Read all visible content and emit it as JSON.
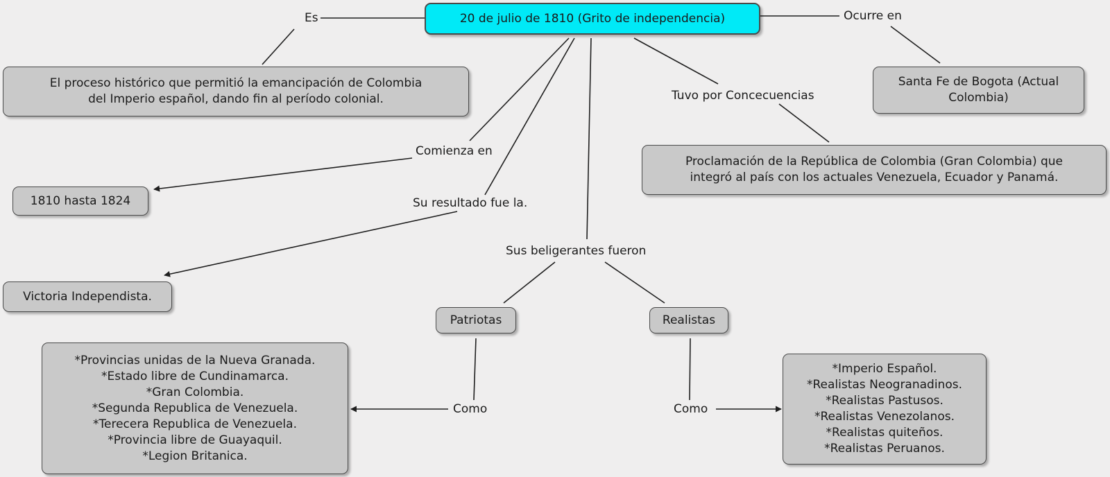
{
  "colors": {
    "background": "#efeeee",
    "root_fill": "#00eaf7",
    "node_fill": "#c9c9c9",
    "line": "#1f1f1f"
  },
  "root": {
    "text": "20 de julio de 1810 (Grito de independencia)"
  },
  "links": {
    "es": "Es",
    "ocurre_en": "Ocurre en",
    "tuvo_por_consecuencias": "Tuvo por Concecuencias",
    "comienza_en": "Comienza en",
    "su_resultado_fue": "Su resultado fue la.",
    "sus_beligerantes_fueron": "Sus beligerantes fueron",
    "como_patriotas": "Como",
    "como_realistas": "Como"
  },
  "nodes": {
    "definicion": [
      "El proceso histórico que permitió la emancipación de Colombia",
      "del Imperio español, dando fin al período colonial."
    ],
    "lugar": [
      "Santa Fe de Bogota (Actual",
      "Colombia)"
    ],
    "consecuencia": [
      "Proclamación de la República de Colombia (Gran Colombia) que",
      "integró al país con los actuales Venezuela, Ecuador y Panamá."
    ],
    "periodo": [
      "1810 hasta 1824"
    ],
    "resultado": [
      "Victoria Independista."
    ],
    "patriotas": [
      "Patriotas"
    ],
    "realistas": [
      "Realistas"
    ],
    "patriotas_lista": [
      "*Provincias unidas de la Nueva Granada.",
      "*Estado libre de Cundinamarca.",
      "*Gran Colombia.",
      "*Segunda Republica de Venezuela.",
      "*Terecera Republica de Venezuela.",
      "*Provincia libre de Guayaquil.",
      "*Legion Britanica."
    ],
    "realistas_lista": [
      "*Imperio Español.",
      "*Realistas Neogranadinos.",
      "*Realistas Pastusos.",
      "*Realistas Venezolanos.",
      "*Realistas quiteños.",
      "*Realistas Peruanos."
    ]
  }
}
